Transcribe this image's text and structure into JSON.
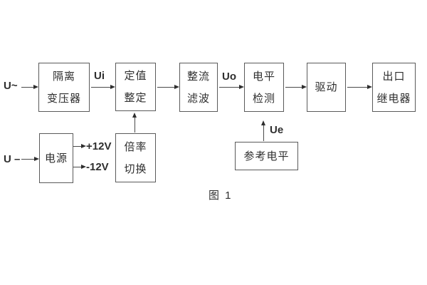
{
  "figure": {
    "caption": "图 1"
  },
  "boxes": {
    "isolation_transformer": {
      "line1": "隔离",
      "line2": "变压器"
    },
    "value_setting": {
      "line1": "定值",
      "line2": "整定"
    },
    "rectify_filter": {
      "line1": "整流",
      "line2": "滤波"
    },
    "level_detect": {
      "line1": "电平",
      "line2": "检测"
    },
    "drive": {
      "label": "驱动"
    },
    "outlet_relay": {
      "line1": "出口",
      "line2": "继电器"
    },
    "power": {
      "label": "电源"
    },
    "ratio_switch": {
      "line1": "倍率",
      "line2": "切换"
    },
    "reference_level": {
      "label": "参考电平"
    }
  },
  "signals": {
    "input_ac": "U~",
    "input_dc": "U –",
    "ui": "Ui",
    "uo": "Uo",
    "ue": "Ue",
    "plus_12v": "+12V",
    "minus_12v": "-12V"
  },
  "colors": {
    "line": "#4a4a4a",
    "border": "#5a5a5a",
    "text": "#2e2e2e",
    "background": "#ffffff"
  }
}
